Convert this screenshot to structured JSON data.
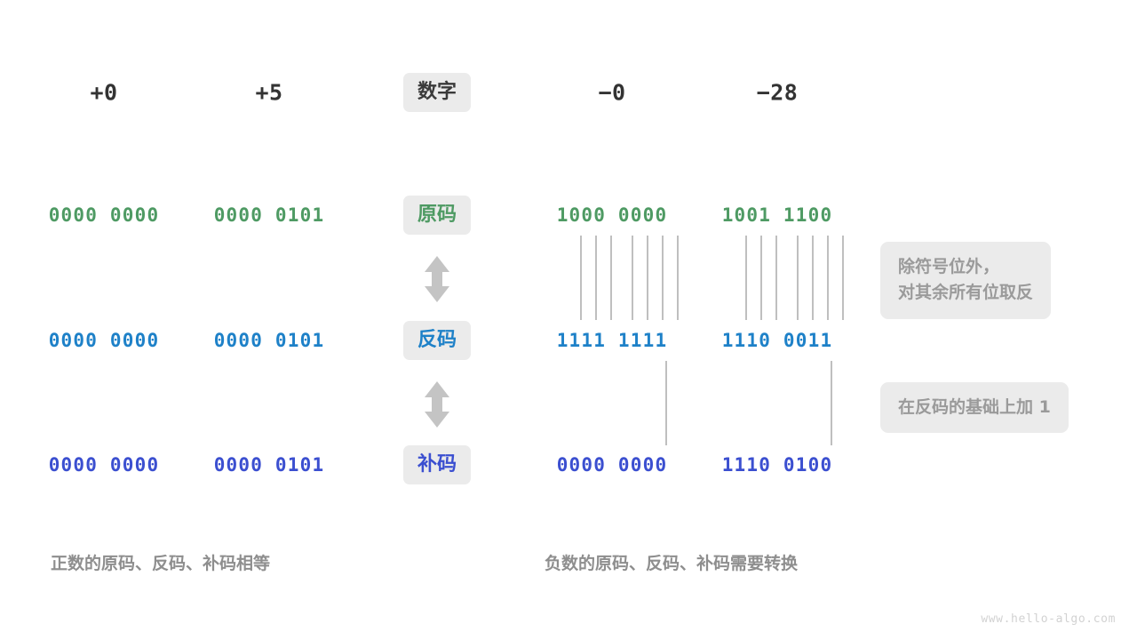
{
  "diagram": {
    "title_watermark": "www.hello-algo.com",
    "colors": {
      "true_form": "#4E9A63",
      "ones_complement": "#1E81C8",
      "twos_complement": "#3B4FD0",
      "chip_bg": "#ebebeb",
      "note_text": "#9a9a9a",
      "header_text": "#333333",
      "connector_line": "#8a8a8a",
      "arrow": "#c4c4c4",
      "caption_text": "#8e8e8e",
      "background": "#ffffff"
    },
    "row_labels": {
      "header": "数字",
      "true_form": "原码",
      "ones_complement": "反码",
      "twos_complement": "补码"
    },
    "column_headers": [
      "+0",
      "+5",
      "−0",
      "−28"
    ],
    "rows": [
      {
        "label": "原码",
        "label_color_key": "true_form",
        "values": [
          "0000 0000",
          "0000 0101",
          "1000 0000",
          "1001 1100"
        ]
      },
      {
        "label": "反码",
        "label_color_key": "ones_complement",
        "values": [
          "0000 0000",
          "0000 0101",
          "1111 1111",
          "1110 0011"
        ]
      },
      {
        "label": "补码",
        "label_color_key": "twos_complement",
        "values": [
          "0000 0000",
          "0000 0101",
          "0000 0000",
          "1110 0100"
        ]
      }
    ],
    "notes": [
      {
        "id": "invert-note",
        "line1": "除符号位外，",
        "line2": "对其余所有位取反"
      },
      {
        "id": "add-one-note",
        "line1": "在反码的基础上加  1",
        "line2": ""
      }
    ],
    "captions": {
      "positive": "正数的原码、反码、补码相等",
      "negative": "负数的原码、反码、补码需要转换"
    },
    "arrows": {
      "top": "double-headed-vertical-arrow",
      "bottom": "double-headed-vertical-arrow"
    }
  }
}
